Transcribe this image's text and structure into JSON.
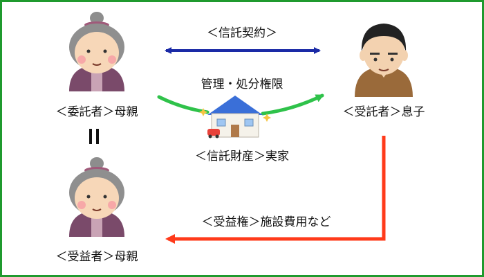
{
  "title": "",
  "labels": {
    "trust_contract": "＜信託契約＞",
    "authority": "管理・処分権限",
    "settlor": "＜委託者＞母親",
    "trustee": "＜受託者＞息子",
    "trust_property": "＜信託財産＞実家",
    "beneficiary_right": "＜受益権＞施設費用など",
    "beneficiary": "＜受益者＞母親",
    "equals": "||"
  },
  "icons": {
    "settlor": "grandmother-icon",
    "beneficiary": "grandmother-icon",
    "trustee": "son-icon",
    "property": "house-icon"
  },
  "colors": {
    "border": "#1f9a2e",
    "contract_arrow": "#1a2aa6",
    "authority_arrow": "#2fc24a",
    "benefit_arrow": "#ff3a1a"
  }
}
